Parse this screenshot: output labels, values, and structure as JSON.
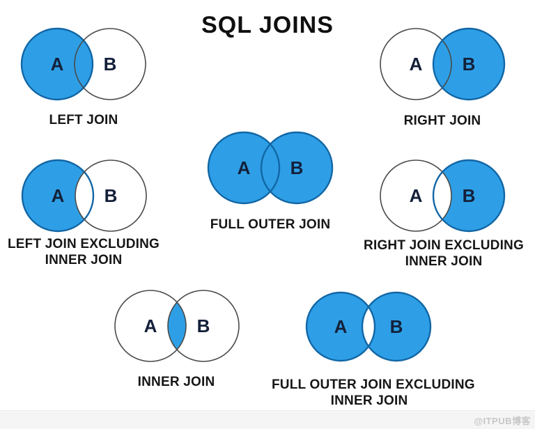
{
  "title": "SQL JOINS",
  "watermark": "@ITPUB博客",
  "colors": {
    "fill_blue": "#2E9FE6",
    "fill_white": "#ffffff",
    "stroke_blue": "#1266A5",
    "stroke_gray": "#4a4a4a",
    "circle_letter": "#14203A"
  },
  "diagrams": [
    {
      "name": "left-join",
      "label_lines": [
        "LEFT JOIN"
      ],
      "set_a": "A",
      "set_b": "B",
      "filled": {
        "a": true,
        "b": false,
        "intersection": true
      }
    },
    {
      "name": "right-join",
      "label_lines": [
        "RIGHT JOIN"
      ],
      "set_a": "A",
      "set_b": "B",
      "filled": {
        "a": false,
        "b": true,
        "intersection": true
      }
    },
    {
      "name": "left-join-excluding-inner-join",
      "label_lines": [
        "LEFT JOIN EXCLUDING",
        "INNER JOIN"
      ],
      "set_a": "A",
      "set_b": "B",
      "filled": {
        "a": true,
        "b": false,
        "intersection": false
      }
    },
    {
      "name": "full-outer-join",
      "label_lines": [
        "FULL OUTER JOIN"
      ],
      "set_a": "A",
      "set_b": "B",
      "filled": {
        "a": true,
        "b": true,
        "intersection": true
      }
    },
    {
      "name": "right-join-excluding-inner-join",
      "label_lines": [
        "RIGHT JOIN EXCLUDING",
        "INNER JOIN"
      ],
      "set_a": "A",
      "set_b": "B",
      "filled": {
        "a": false,
        "b": true,
        "intersection": false
      }
    },
    {
      "name": "inner-join",
      "label_lines": [
        "INNER JOIN"
      ],
      "set_a": "A",
      "set_b": "B",
      "filled": {
        "a": false,
        "b": false,
        "intersection": true
      }
    },
    {
      "name": "full-outer-join-excluding-inner-join",
      "label_lines": [
        "FULL OUTER JOIN EXCLUDING",
        "INNER JOIN"
      ],
      "set_a": "A",
      "set_b": "B",
      "filled": {
        "a": true,
        "b": true,
        "intersection": false
      }
    }
  ]
}
